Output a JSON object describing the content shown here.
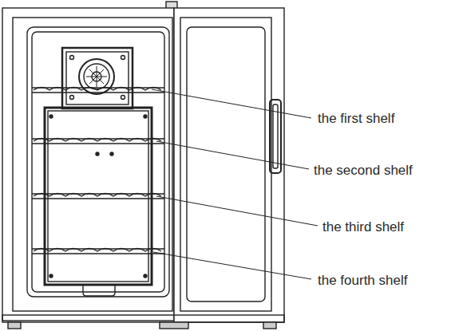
{
  "diagram": {
    "labels": [
      "the first shelf",
      "the second shelf",
      "the third shelf",
      "the fourth shelf"
    ]
  }
}
